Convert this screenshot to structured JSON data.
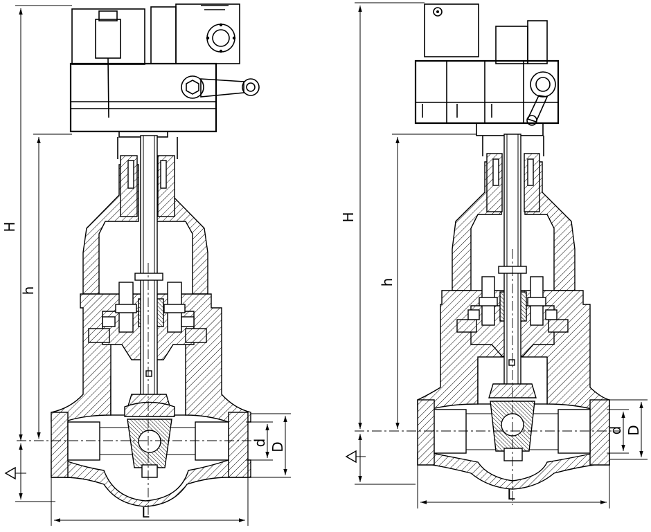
{
  "figure": {
    "views": [
      {
        "id": "left",
        "dimensions": {
          "H": "H",
          "h": "h",
          "d": "d",
          "D": "D",
          "L": "L"
        }
      },
      {
        "id": "right",
        "dimensions": {
          "H": "H",
          "h": "h",
          "d": "d",
          "D": "D",
          "L": "L"
        }
      }
    ]
  }
}
